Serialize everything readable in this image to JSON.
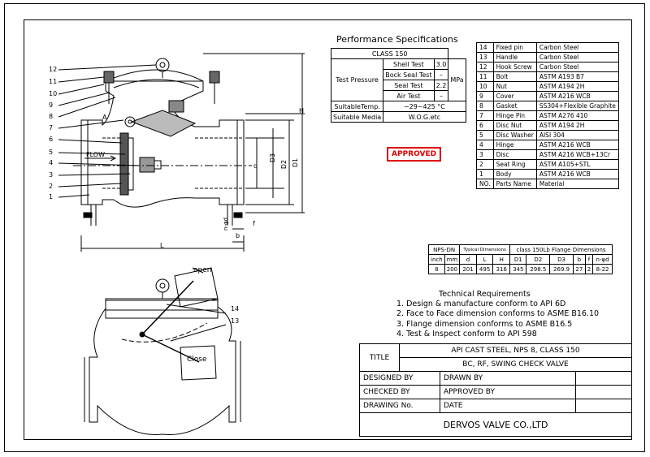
{
  "performance": {
    "title": "Performance Specifications",
    "class": "CLASS 150",
    "test_label": "Test Pressure",
    "tests": [
      {
        "name": "Shell Test",
        "value": "3.0"
      },
      {
        "name": "Bock Seal Test",
        "value": "–"
      },
      {
        "name": "Seal Test",
        "value": "2.2"
      },
      {
        "name": "Air Test",
        "value": "–"
      }
    ],
    "unit": "MPa",
    "temp_label": "SuitableTemp.",
    "temp_value": "−29~425 °C",
    "media_label": "Suitable Media",
    "media_value": "W.O.G.etc"
  },
  "parts": [
    {
      "no": "14",
      "name": "Fixed pin",
      "material": "Carbon Steel"
    },
    {
      "no": "13",
      "name": "Handle",
      "material": "Carbon Steel"
    },
    {
      "no": "12",
      "name": "Hook Screw",
      "material": "Carbon Steel"
    },
    {
      "no": "11",
      "name": "Bolt",
      "material": "ASTM A193 B7"
    },
    {
      "no": "10",
      "name": "Nut",
      "material": "ASTM A194 2H"
    },
    {
      "no": "9",
      "name": "Cover",
      "material": "ASTM A216 WCB"
    },
    {
      "no": "8",
      "name": "Gasket",
      "material": "SS304+Flexible Graphite"
    },
    {
      "no": "7",
      "name": "Hinge Pin",
      "material": "ASTM A276 410"
    },
    {
      "no": "6",
      "name": "Disc Nut",
      "material": "ASTM A194 2H"
    },
    {
      "no": "5",
      "name": "Disc Washer",
      "material": "AISI 304"
    },
    {
      "no": "4",
      "name": "Hinge",
      "material": "ASTM A216 WCB"
    },
    {
      "no": "3",
      "name": "Disc",
      "material": "ASTM A216 WCB+13Cr"
    },
    {
      "no": "2",
      "name": "Seat Ring",
      "material": "ASTM A105+STL"
    },
    {
      "no": "1",
      "name": "Body",
      "material": "ASTM A216 WCB"
    }
  ],
  "parts_header": {
    "no": "NO.",
    "name": "Parts Name",
    "material": "Material"
  },
  "approved": "APPROVED",
  "dimensions": {
    "h1_nps": "NPS-DN",
    "h1_typical": "Typical Dimensions",
    "h1_flange": "class 150Lb Flange Dimensions",
    "cols": [
      "inch",
      "mm",
      "d",
      "L",
      "H",
      "D1",
      "D2",
      "D3",
      "b",
      "f",
      "n-φd"
    ],
    "row": [
      "8",
      "200",
      "201",
      "495",
      "316",
      "345",
      "298.5",
      "269.9",
      "27",
      "2",
      "8-22"
    ]
  },
  "requirements": {
    "title": "Technical Requirements",
    "items": [
      "1. Design & manufacture conform to API 6D",
      "2. Face to Face dimension conforms to ASME B16.10",
      "3. Flange dimension conforms to ASME B16.5",
      "4. Test & Inspect conform to API 598"
    ]
  },
  "title_block": {
    "title_label": "TITLE",
    "title_line1": "API CAST STEEL, NPS 8, CLASS 150",
    "title_line2": "BC, RF, SWING CHECK VALVE",
    "designed_by": "DESIGNED BY",
    "drawn_by": "DRAWN BY",
    "checked_by": "CHECKED  BY",
    "approved_by": "APPROVED BY",
    "drawing_no": "DRAWING No.",
    "date": "DATE",
    "company": "DERVOS VALVE CO.,LTD"
  },
  "drawing_labels": {
    "callouts": [
      "12",
      "11",
      "10",
      "9",
      "8",
      "7",
      "6",
      "5",
      "4",
      "3",
      "2",
      "1"
    ],
    "flow": "FLOW",
    "a": "A",
    "d": "d",
    "D2": "D2",
    "D3": "D3",
    "D1": "D1",
    "H": "H",
    "L": "L",
    "b": "b",
    "f": "f",
    "nphi": "n-φd",
    "open": "open",
    "close": "Close",
    "c14": "14",
    "c13": "13"
  }
}
